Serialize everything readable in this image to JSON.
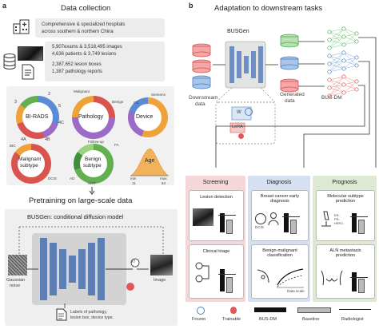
{
  "panel_a": {
    "letter": "a",
    "title": "Data collection",
    "hospitals_text_1": "Comprehensive & specialized hospitals",
    "hospitals_text_2": "across southern & northern China",
    "stats_line_1": "5,907exams & 3,518,495 images",
    "stats_line_2": "4,636 patients & 3,749 lesions",
    "stats_line_3": "2,387,652 lesion boxes",
    "stats_line_4": "1,387 pathology reports",
    "birads": {
      "title": "BI-RADS",
      "labels": [
        "3",
        "2",
        "5",
        "4C",
        "4A",
        "4B"
      ]
    },
    "pathology": {
      "title": "Pathology",
      "labels": [
        "Malignant",
        "Benign",
        "Follow-up"
      ]
    },
    "device": {
      "title": "Device",
      "labels": [
        "GE",
        "Siemens"
      ]
    },
    "malignant_subtype": {
      "title_1": "Malignant",
      "title_2": "subtype",
      "labels": [
        "IBC",
        "DCIS"
      ]
    },
    "benign_subtype": {
      "title_1": "Benign",
      "title_2": "subtype",
      "labels": [
        "FA",
        "AD",
        "MST"
      ]
    },
    "age": {
      "title": "Age",
      "min_label": "min",
      "min_value": "11",
      "max_label": "max",
      "max_value": "84"
    },
    "pretrain_title": "Pretraining on large-scale data",
    "busgen_title": "BUSGen: conditional diffusion model",
    "gaussian_label_1": "Gaussian",
    "gaussian_label_2": "noise",
    "image_label": "Image",
    "xt_label": "xT",
    "conditions_1": "Labels of pathology,",
    "conditions_2": "lesion box, device type."
  },
  "panel_b": {
    "letter": "b",
    "title": "Adaptation to downstream tasks",
    "busgen_label": "BUSGen",
    "downstream_1": "Downstream",
    "downstream_2": "data",
    "generated_1": "Generated",
    "generated_2": "data",
    "busdm_label": "BUS-DM",
    "w_label": "W",
    "lora_label": "LoRA",
    "columns": [
      {
        "title": "Screening",
        "cards": [
          "Lesion detection",
          "Clinical triage"
        ]
      },
      {
        "title": "Diagnosis",
        "cards": [
          "Breast cancer early diagnosis",
          "Benign-malignant classification"
        ]
      },
      {
        "title": "Prognosis",
        "cards": [
          "Molecular subtype prediction",
          "ALN metastasis prediction"
        ]
      }
    ],
    "dcis_label": "DCIS",
    "data_scale_label": "Data scale",
    "er_labels": [
      "ER-",
      "PR-",
      "HER2-"
    ]
  },
  "legend": {
    "frozen": "Frozen",
    "trainable": "Trainable",
    "busdm": "BUS-DM",
    "baseline": "Baseline",
    "radiologist": "Radiologist"
  },
  "colors": {
    "red": "#e2585a",
    "green": "#4caf50",
    "blue": "#4a7fc1",
    "pink_col": "#f6d7d7",
    "blue_col": "#d5e0f0",
    "green_col": "#dcead3",
    "donut_blue": "#5b8bd4",
    "donut_purple": "#9b6bc7",
    "donut_red": "#d9534f",
    "donut_orange": "#f0a23a",
    "donut_green": "#62b04f"
  }
}
